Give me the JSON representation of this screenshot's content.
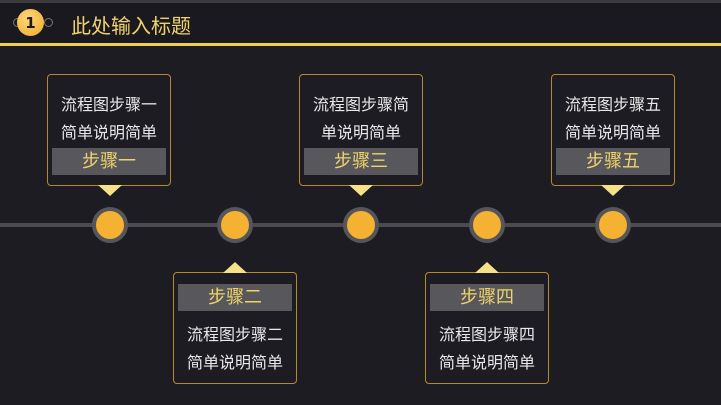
{
  "header": {
    "badge": "1",
    "title": "此处输入标题"
  },
  "steps": [
    {
      "label": "步骤一",
      "line1": "流程图步骤一",
      "line2": "简单说明简单"
    },
    {
      "label": "步骤二",
      "line1": "流程图步骤二",
      "line2": "简单说明简单"
    },
    {
      "label": "步骤三",
      "line1": "流程图步骤简",
      "line2": "单说明简单"
    },
    {
      "label": "步骤四",
      "line1": "流程图步骤四",
      "line2": "简单说明简单"
    },
    {
      "label": "步骤五",
      "line1": "流程图步骤五",
      "line2": "简单说明简单"
    }
  ],
  "colors": {
    "accent": "#f4b132",
    "title": "#f0d46a",
    "background": "#1d1c23"
  }
}
